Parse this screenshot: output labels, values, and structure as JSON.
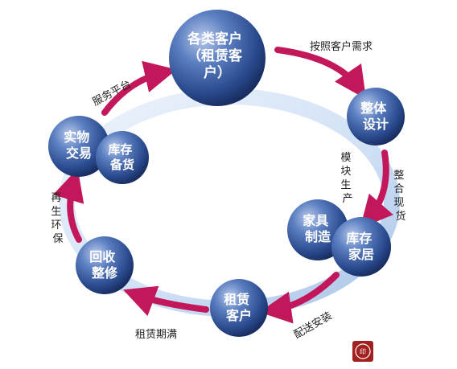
{
  "nodes": {
    "customers": {
      "lines": [
        "各类客户",
        "（租赁客",
        "户）"
      ]
    },
    "design": {
      "lines": [
        "整体",
        "设计"
      ]
    },
    "furniture_make": {
      "lines": [
        "家具",
        "制造"
      ]
    },
    "stock_home": {
      "lines": [
        "库存",
        "家居"
      ]
    },
    "lease_customer": {
      "lines": [
        "租赁",
        "客户"
      ]
    },
    "recycle": {
      "lines": [
        "回收",
        "整修"
      ]
    },
    "physical_trade": {
      "lines": [
        "实物",
        "交易"
      ]
    },
    "stock_goods": {
      "lines": [
        "库存",
        "备货"
      ]
    }
  },
  "edges": {
    "demand": "按照客户需求",
    "module_production": "模块生产",
    "integrate_stock": "整合现货",
    "delivery_install": "配送安装",
    "lease_expiry": "租赁期满",
    "regenerate": "再生环保",
    "service_platform": "服务平台"
  },
  "stamp": {
    "text": "印"
  },
  "colors": {
    "sphere_dark": "#1f3a78",
    "sphere_mid": "#3f63a8",
    "sphere_light": "#b9c9ec",
    "arrow": "#c2185b",
    "ring": "#cfe0f5",
    "stamp": "#a32020"
  }
}
